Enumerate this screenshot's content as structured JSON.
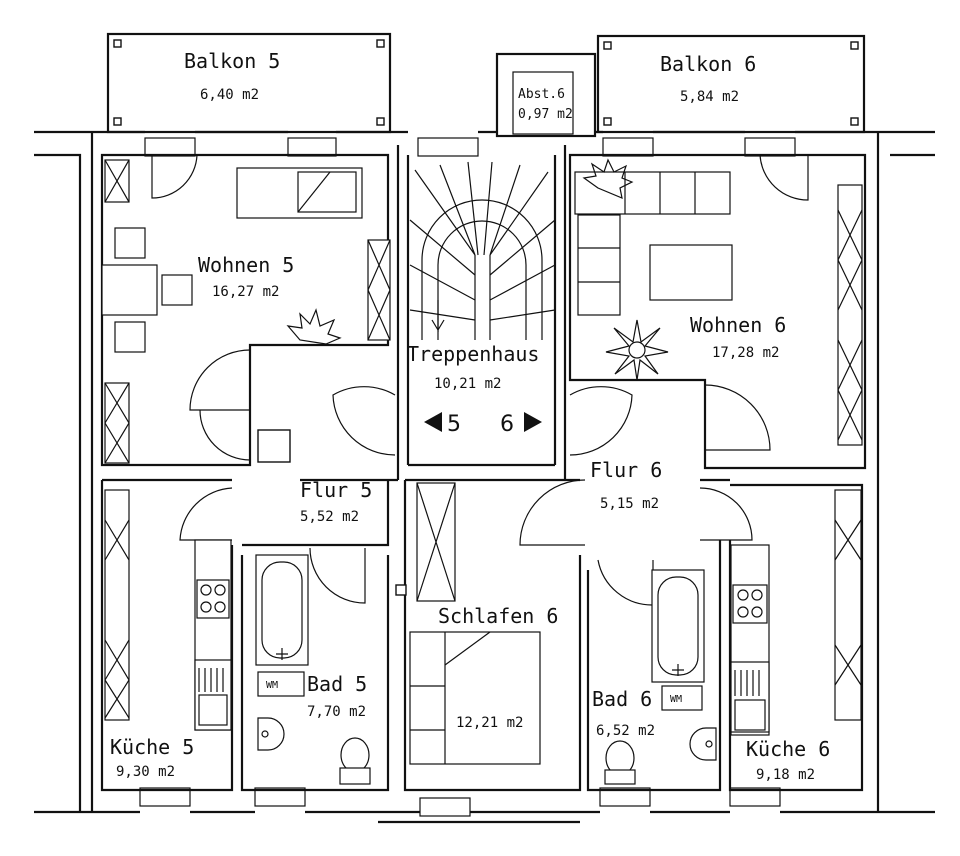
{
  "rooms": {
    "balkon5": {
      "name": "Balkon 5",
      "area": "6,40 m2"
    },
    "balkon6": {
      "name": "Balkon 6",
      "area": "5,84 m2"
    },
    "abst6": {
      "name": "Abst.6",
      "area": "0,97 m2"
    },
    "wohnen5": {
      "name": "Wohnen 5",
      "area": "16,27 m2"
    },
    "wohnen6": {
      "name": "Wohnen 6",
      "area": "17,28 m2"
    },
    "treppen": {
      "name": "Treppenhaus",
      "area": "10,21 m2"
    },
    "flur5": {
      "name": "Flur 5",
      "area": "5,52 m2"
    },
    "flur6": {
      "name": "Flur 6",
      "area": "5,15 m2"
    },
    "schlafen6": {
      "name": "Schlafen 6",
      "area": "12,21 m2"
    },
    "bad5": {
      "name": "Bad 5",
      "area": "7,70 m2"
    },
    "bad6": {
      "name": "Bad 6",
      "area": "6,52 m2"
    },
    "kueche5": {
      "name": "Küche 5",
      "area": "9,30 m2"
    },
    "kueche6": {
      "name": "Küche 6",
      "area": "9,18 m2"
    }
  },
  "unit_markers": {
    "left": "5",
    "right": "6"
  },
  "fixture_labels": {
    "washer": "WM"
  }
}
